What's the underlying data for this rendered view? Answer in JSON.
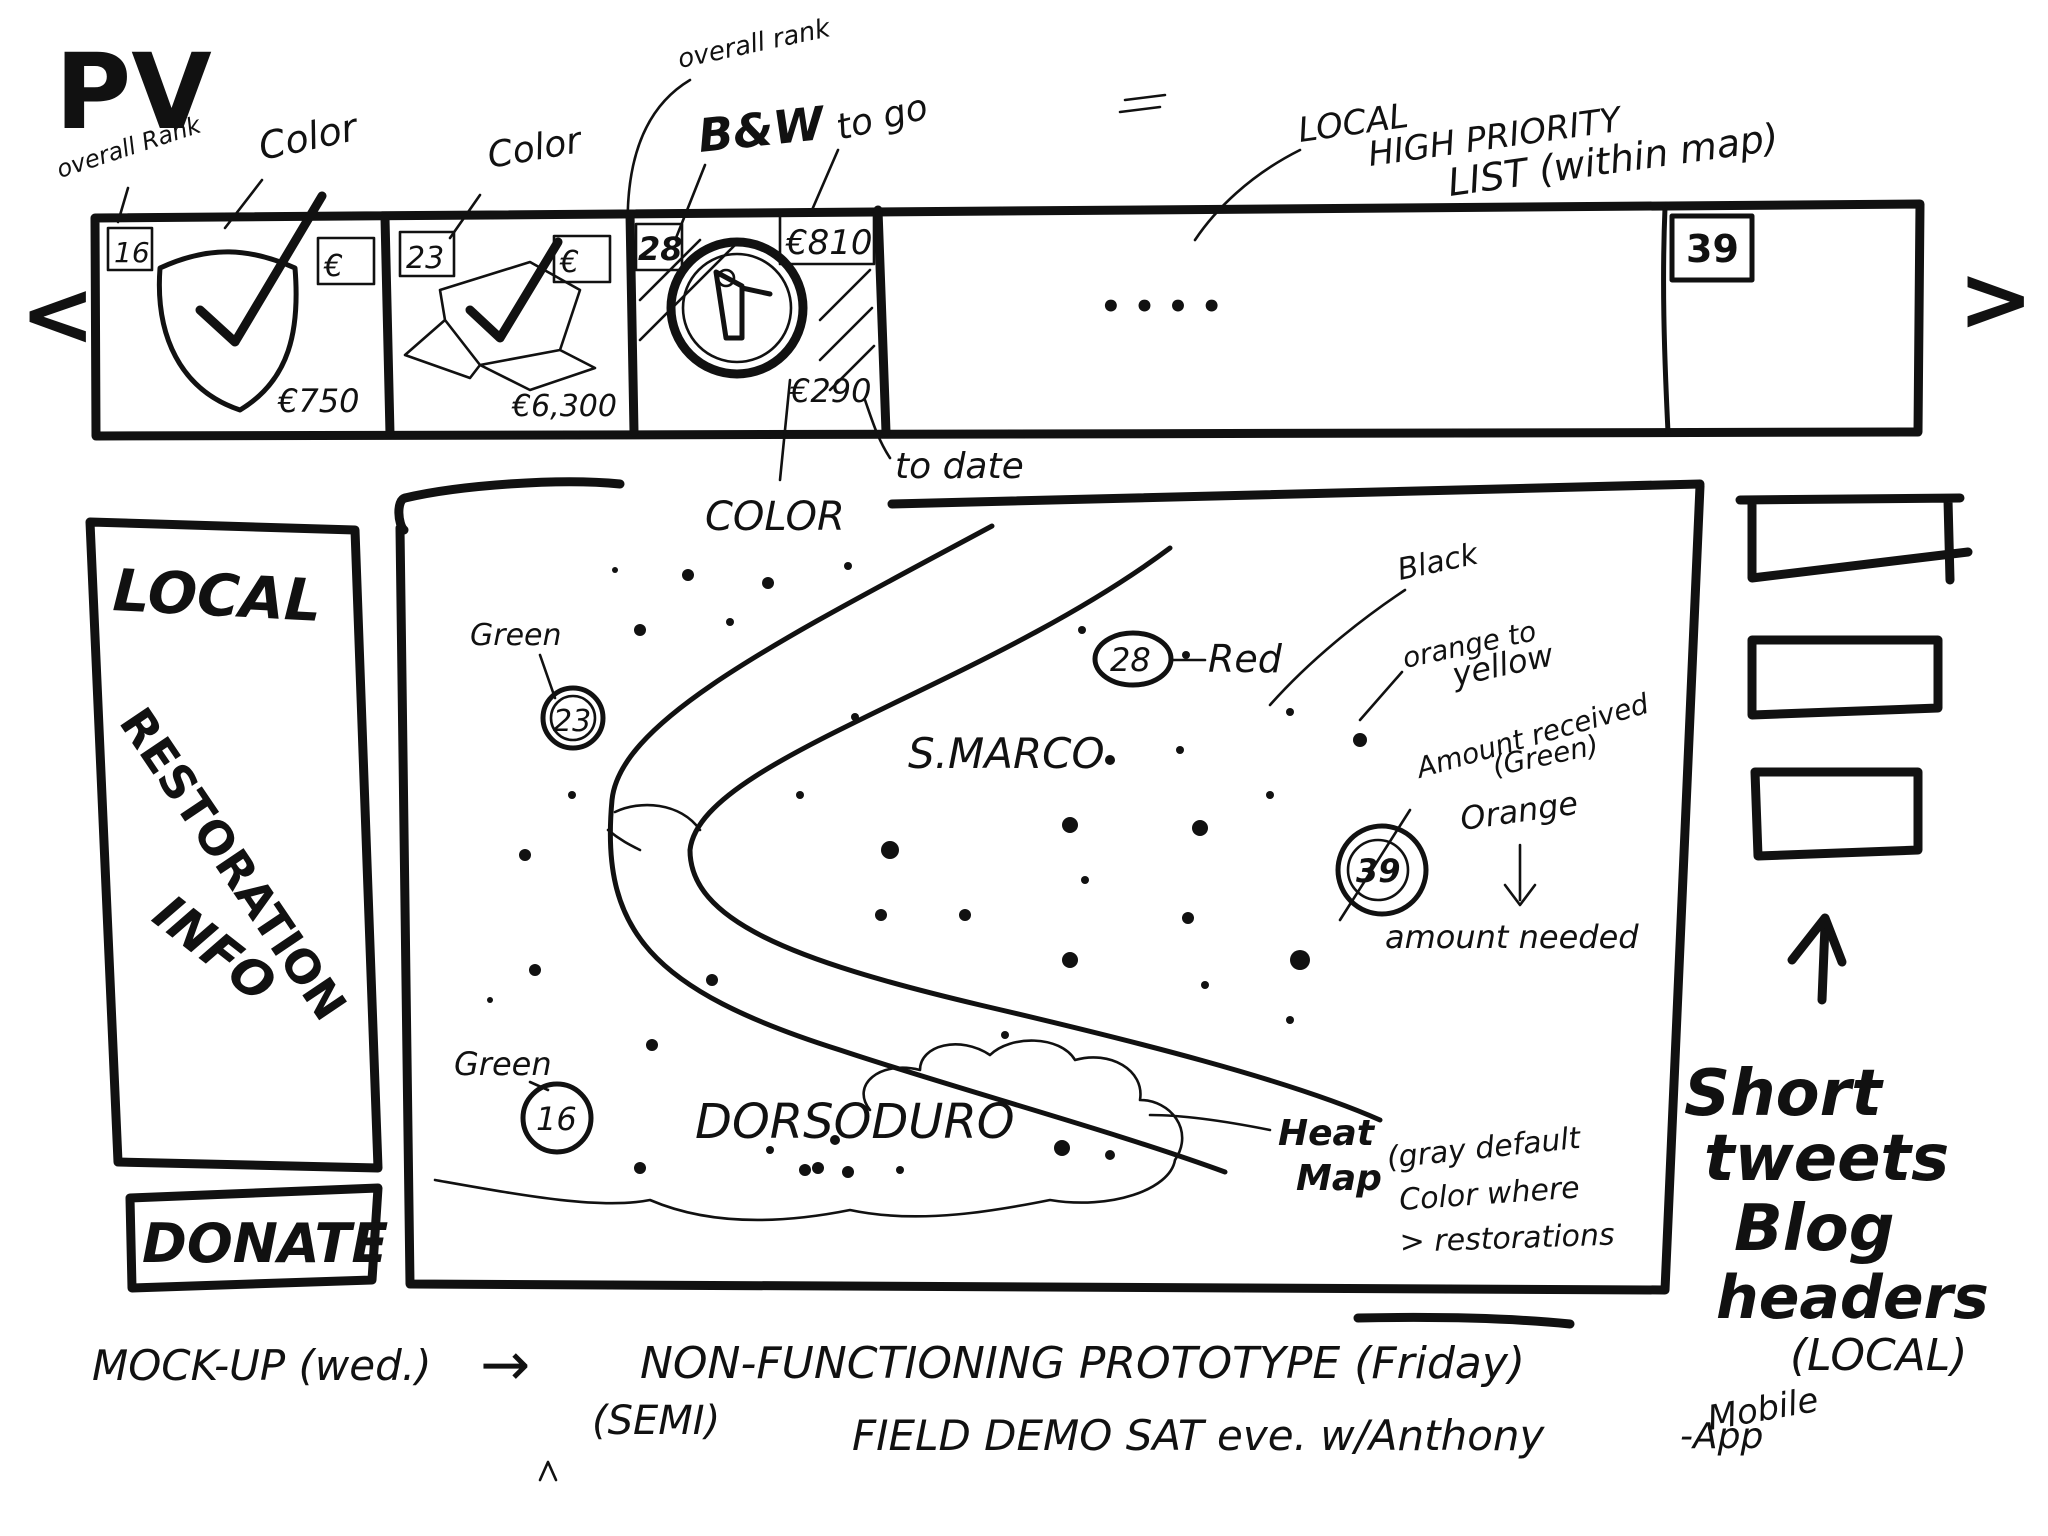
{
  "logo": "PV",
  "carousel": {
    "prev_arrow": "<",
    "next_arrow": ">",
    "ellipsis": "• • • •",
    "items": [
      {
        "rank": "16",
        "price_top": "€",
        "price_bottom": "€750"
      },
      {
        "rank": "23",
        "price_top": "€",
        "price_bottom": "€6,300"
      },
      {
        "rank": "28",
        "price_top": "€810",
        "price_bottom": "€290"
      },
      {
        "rank": "39"
      }
    ]
  },
  "annotations": {
    "overall_rank_1": "overall Rank",
    "color_1": "Color",
    "color_2": "Color",
    "overall_rank_2": "overall rank",
    "bw": "B&W",
    "to_go": "to go",
    "local_priority": [
      "LOCAL",
      "HIGH PRIORITY",
      "LIST (within map)"
    ],
    "color_3": "COLOR",
    "to_date": "to date",
    "black": "Black",
    "red": "Red",
    "orange_yellow": [
      "orange to",
      "yellow"
    ],
    "amount_received": [
      "Amount received",
      "(Green)"
    ],
    "orange": "Orange",
    "amount_needed": "amount needed",
    "green_1": "Green",
    "green_2": "Green",
    "heat_map": [
      "Heat",
      "Map"
    ],
    "heat_note": [
      "(gray default",
      "Color where",
      "> restorations"
    ],
    "short_tweets": [
      "Short",
      "tweets",
      "Blog",
      "headers"
    ],
    "local_paren": "(LOCAL)",
    "mobile_app": [
      "Mobile",
      "-App"
    ]
  },
  "sidebar": {
    "title_local": "LOCAL",
    "title_restoration": "RESTORATION",
    "title_info": "INFO",
    "donate": "DONATE"
  },
  "map": {
    "district_1": "S.MARCO",
    "district_2": "DORSODURO",
    "markers": [
      {
        "label": "23"
      },
      {
        "label": "28"
      },
      {
        "label": "39"
      },
      {
        "label": "16"
      }
    ]
  },
  "footer": {
    "mockup": "MOCK-UP (wed.)",
    "arrow": "→",
    "prototype": "NON-FUNCTIONING PROTOTYPE (Friday)",
    "semi": "(SEMI)",
    "field_demo": "FIELD DEMO SAT eve. w/Anthony"
  }
}
